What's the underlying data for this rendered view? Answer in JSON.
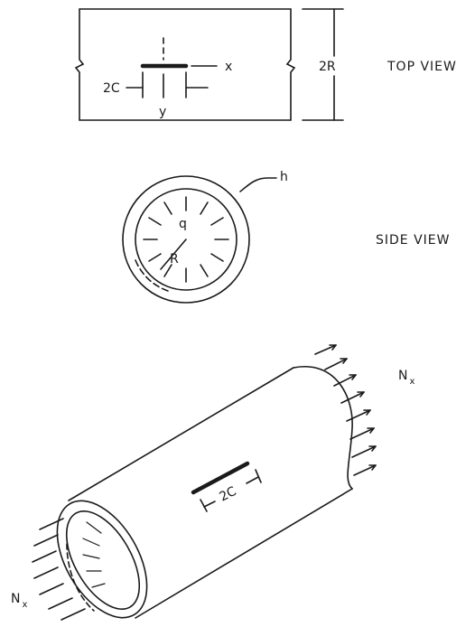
{
  "top_view": {
    "caption": "TOP VIEW",
    "label_x": "x",
    "label_y": "y",
    "label_2c": "2C",
    "label_2r": "2R"
  },
  "side_view": {
    "caption": "SIDE VIEW",
    "label_h": "h",
    "label_q": "q",
    "label_r": "R"
  },
  "iso_view": {
    "label_2c": "2C",
    "load_right": {
      "main": "N",
      "sub": "x"
    },
    "load_left": {
      "main": "N",
      "sub": "x"
    }
  },
  "colors": {
    "ink": "#1a1a1a"
  }
}
